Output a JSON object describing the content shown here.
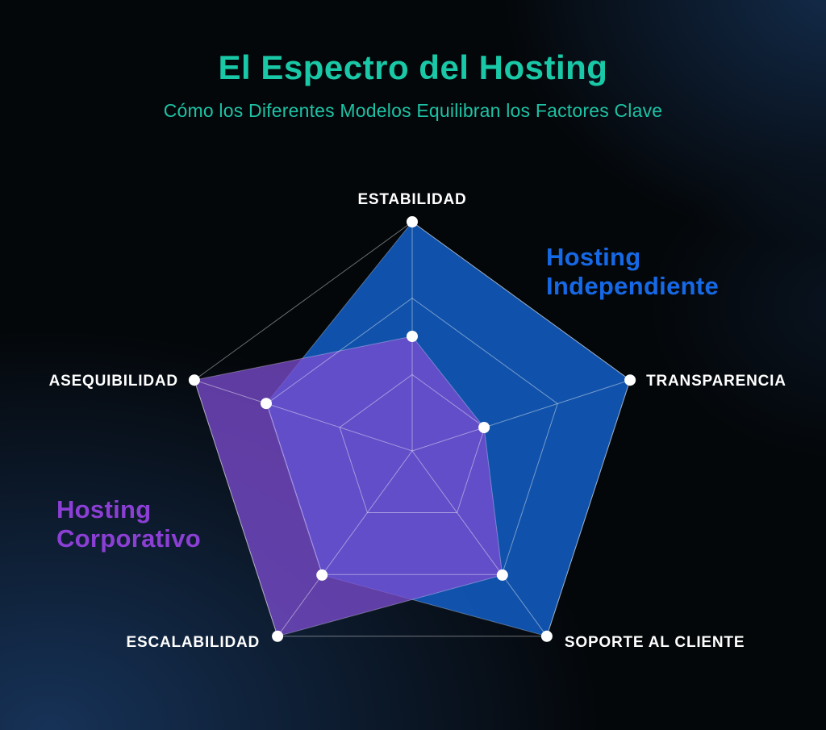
{
  "page": {
    "title": "El Espectro del Hosting",
    "subtitle": "Cómo los Diferentes Modelos Equilibran los Factores Clave",
    "title_color": "#19C8A6",
    "subtitle_color": "#1DC2A4"
  },
  "chart_data": {
    "type": "radar",
    "categories": [
      "ESTABILIDAD",
      "TRANSPARENCIA",
      "SOPORTE AL CLIENTE",
      "ESCALABILIDAD",
      "ASEQUIBILIDAD"
    ],
    "max": 100,
    "grid_rings": [
      33.3,
      66.7,
      100
    ],
    "grid_color": "rgba(255,255,255,0.42)",
    "point_color": "#FFFFFF",
    "legend_position": "around-chart",
    "series": [
      {
        "name": "Hosting Independiente",
        "label_lines": [
          "Hosting",
          "Independiente"
        ],
        "fill_color": "#1155B2",
        "fill_opacity": 0.96,
        "label_color": "#1669E6",
        "values": [
          100,
          100,
          100,
          67,
          67
        ]
      },
      {
        "name": "Hosting Corporativo",
        "label_lines": [
          "Hosting",
          "Corporativo"
        ],
        "fill_color": "#7D4DD3",
        "fill_opacity": 0.75,
        "label_color": "#8C3FD4",
        "values": [
          50,
          33,
          67,
          100,
          100
        ]
      }
    ]
  }
}
